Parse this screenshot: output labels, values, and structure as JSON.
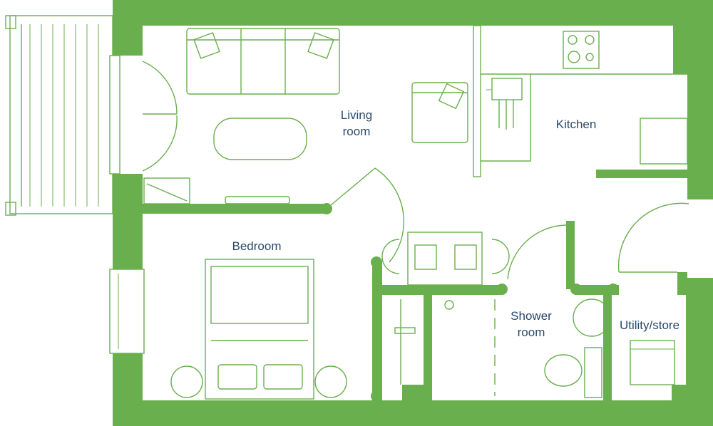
{
  "colors": {
    "wall": "#6aaf4e",
    "line": "#6aaf4e",
    "text": "#2a4a6a"
  },
  "rooms": {
    "living_line1": "Living",
    "living_line2": "room",
    "kitchen": "Kitchen",
    "bedroom": "Bedroom",
    "shower_line1": "Shower",
    "shower_line2": "room",
    "utility": "Utility/store"
  }
}
